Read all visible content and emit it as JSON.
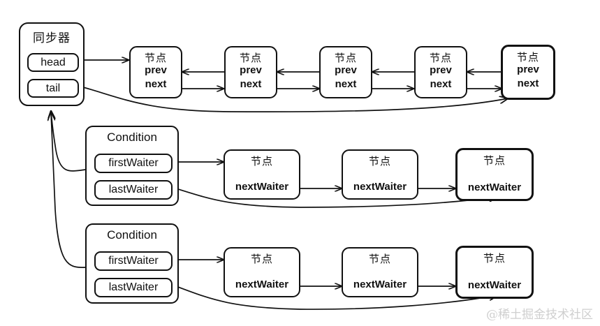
{
  "diagram": {
    "title_text": "同步器",
    "watermark": "@稀土掘金技术社区",
    "colors": {
      "stroke": "#111111",
      "background": "#ffffff",
      "watermark": "#cfcfcf"
    },
    "synchronizer": {
      "label": "同步器",
      "fields": [
        {
          "name": "head",
          "label": "head"
        },
        {
          "name": "tail",
          "label": "tail"
        }
      ]
    },
    "queue_nodes": [
      {
        "title": "节点",
        "prev": "prev",
        "next": "next"
      },
      {
        "title": "节点",
        "prev": "prev",
        "next": "next"
      },
      {
        "title": "节点",
        "prev": "prev",
        "next": "next"
      },
      {
        "title": "节点",
        "prev": "prev",
        "next": "next"
      },
      {
        "title": "节点",
        "prev": "prev",
        "next": "next"
      }
    ],
    "conditions": [
      {
        "label": "Condition",
        "fields": [
          {
            "name": "firstWaiter",
            "label": "firstWaiter"
          },
          {
            "name": "lastWaiter",
            "label": "lastWaiter"
          }
        ],
        "waiter_nodes": [
          {
            "title": "节点",
            "next_waiter": "nextWaiter"
          },
          {
            "title": "节点",
            "next_waiter": "nextWaiter"
          },
          {
            "title": "节点",
            "next_waiter": "nextWaiter"
          }
        ]
      },
      {
        "label": "Condition",
        "fields": [
          {
            "name": "firstWaiter",
            "label": "firstWaiter"
          },
          {
            "name": "lastWaiter",
            "label": "lastWaiter"
          }
        ],
        "waiter_nodes": [
          {
            "title": "节点",
            "next_waiter": "nextWaiter"
          },
          {
            "title": "节点",
            "next_waiter": "nextWaiter"
          },
          {
            "title": "节点",
            "next_waiter": "nextWaiter"
          }
        ]
      }
    ]
  }
}
